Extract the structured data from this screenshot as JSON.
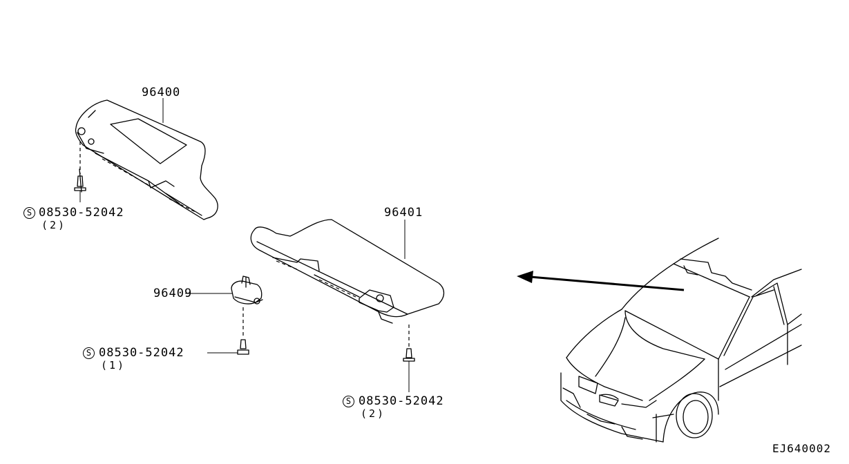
{
  "diagram": {
    "labels": {
      "visor_left": "96400",
      "visor_right": "96401",
      "holder": "96409"
    },
    "screws": [
      {
        "symbol": "S",
        "part": "08530-52042",
        "qty": "(2)"
      },
      {
        "symbol": "S",
        "part": "08530-52042",
        "qty": "(1)"
      },
      {
        "symbol": "S",
        "part": "08530-52042",
        "qty": "(2)"
      }
    ],
    "reference_code": "EJ640002"
  }
}
